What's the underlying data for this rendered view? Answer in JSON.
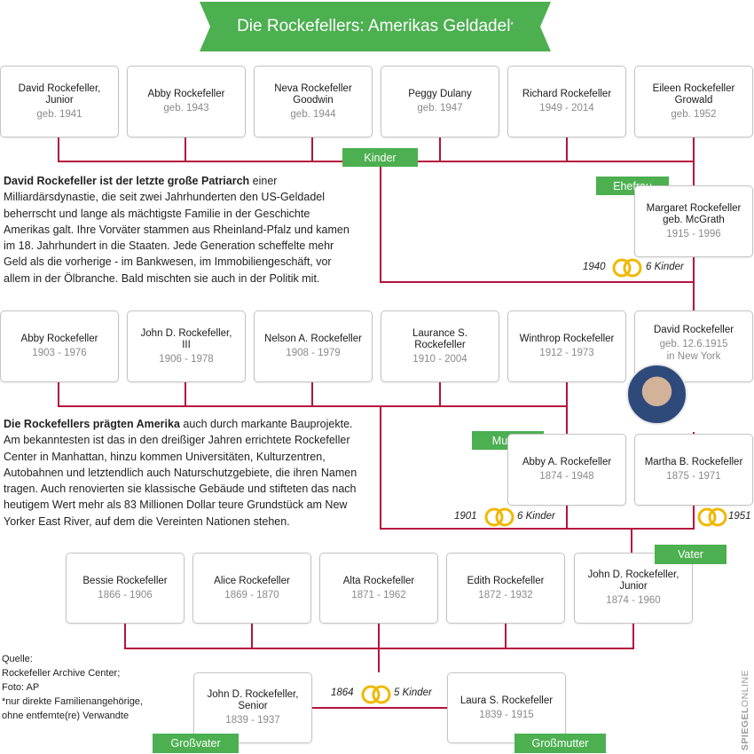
{
  "title": "Die Rockefellers: Amerikas Geldadel",
  "title_mark": "*",
  "colors": {
    "accent": "#4caf50",
    "line": "#b5123e",
    "ring": "#f0b800"
  },
  "people": {
    "david_jr": {
      "name": "David Rockefeller,\nJunior",
      "dates": "geb. 1941"
    },
    "abby_1943": {
      "name": "Abby Rockefeller",
      "dates": "geb. 1943"
    },
    "neva": {
      "name": "Neva Rockefeller\nGoodwin",
      "dates": "geb. 1944"
    },
    "peggy": {
      "name": "Peggy Dulany",
      "dates": "geb. 1947"
    },
    "richard": {
      "name": "Richard Rockefeller",
      "dates": "1949 - 2014"
    },
    "eileen": {
      "name": "Eileen Rockefeller\nGrowald",
      "dates": "geb. 1952"
    },
    "margaret": {
      "name": "Margaret Rockefeller\ngeb. McGrath",
      "dates": "1915 - 1996"
    },
    "abby_1903": {
      "name": "Abby Rockefeller",
      "dates": "1903 - 1976"
    },
    "john_iii": {
      "name": "John D. Rockefeller,\nIII",
      "dates": "1906 - 1978"
    },
    "nelson": {
      "name": "Nelson A. Rockefeller",
      "dates": "1908 - 1979"
    },
    "laurance": {
      "name": "Laurance S.\nRockefeller",
      "dates": "1910 - 2004"
    },
    "winthrop": {
      "name": "Winthrop Rockefeller",
      "dates": "1912 - 1973"
    },
    "david": {
      "name": "David Rockefeller",
      "dates": "geb. 12.6.1915\nin New York"
    },
    "abby_a": {
      "name": "Abby A. Rockefeller",
      "dates": "1874 - 1948"
    },
    "martha": {
      "name": "Martha B. Rockefeller",
      "dates": "1875 - 1971"
    },
    "bessie": {
      "name": "Bessie Rockefeller",
      "dates": "1866 - 1906"
    },
    "alice": {
      "name": "Alice Rockefeller",
      "dates": "1869 - 1870"
    },
    "alta": {
      "name": "Alta Rockefeller",
      "dates": "1871 - 1962"
    },
    "edith": {
      "name": "Edith Rockefeller",
      "dates": "1872 - 1932"
    },
    "john_jr": {
      "name": "John D. Rockefeller,\nJunior",
      "dates": "1874 - 1960"
    },
    "john_sr": {
      "name": "John D. Rockefeller,\nSenior",
      "dates": "1839 - 1937"
    },
    "laura": {
      "name": "Laura S. Rockefeller",
      "dates": "1839 - 1915"
    }
  },
  "tags": {
    "kinder": "Kinder",
    "ehefrau": "Ehefrau",
    "mutter": "Mutter",
    "vater": "Vater",
    "grossvater": "Großvater",
    "grossmutter": "Großmutter"
  },
  "marriages": {
    "m1940": {
      "year": "1940",
      "children": "6 Kinder"
    },
    "m1901": {
      "year": "1901",
      "children": "6 Kinder"
    },
    "m1951": {
      "year": "1951"
    },
    "m1864": {
      "year": "1864",
      "children": "5 Kinder"
    }
  },
  "text1": {
    "bold": "David Rockefeller ist der letzte große Patriarch",
    "rest": " einer Milliardärsdynastie, die seit zwei Jahrhunderten den US-Geldadel beherrscht und lange als mächtigste Familie in der Geschichte Amerikas galt. Ihre Vorväter stammen aus Rheinland-Pfalz und kamen im 18. Jahrhundert in die Staaten. Jede Generation scheffelte mehr Geld als die vorherige - im Bankwesen, im Immobiliengeschäft, vor allem in der Ölbranche. Bald mischten sie auch in der Politik mit."
  },
  "text2": {
    "bold": "Die Rockefellers prägten Amerika",
    "rest": " auch durch markante Bauprojekte. Am bekanntesten ist das in den dreißiger Jahren errichtete Rockefeller Center in Manhattan, hinzu kommen Universitäten, Kulturzentren, Autobahnen und letztendlich auch Naturschutzgebiete, die ihren Namen tragen. Auch renovierten sie klassische Gebäude und stifteten das nach heutigem Wert mehr als 83 Millionen Dollar teure Grundstück am New Yorker East River, auf dem die Vereinten Nationen stehen."
  },
  "source": {
    "l1": "Quelle:",
    "l2": "Rockefeller Archive Center;",
    "l3": "Foto: AP",
    "l4": "*nur direkte Familienangehörige,",
    "l5": "ohne entfernte(re) Verwandte"
  },
  "watermark": {
    "brand": "SPIEGEL",
    "suffix": "ONLINE"
  },
  "photo": {
    "subject": "David Rockefeller portrait"
  }
}
